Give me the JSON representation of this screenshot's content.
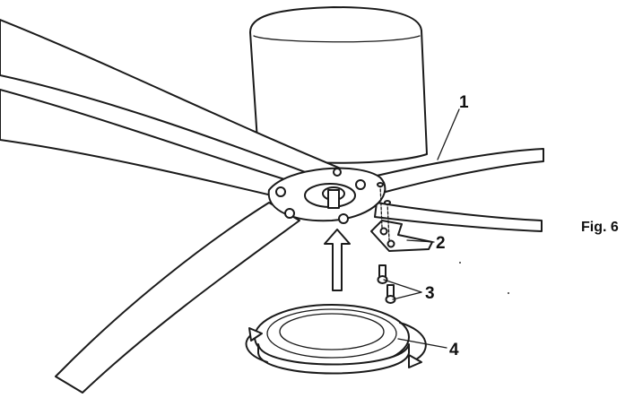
{
  "figure": {
    "label": "Fig. 6"
  },
  "callouts": [
    {
      "id": "1",
      "text": "1"
    },
    {
      "id": "2",
      "text": "2"
    },
    {
      "id": "3",
      "text": "3"
    },
    {
      "id": "4",
      "text": "4"
    }
  ],
  "parts": {
    "part_1": "motor-housing",
    "part_2": "bracket",
    "part_3": "screws",
    "part_4": "light-kit-cover"
  }
}
